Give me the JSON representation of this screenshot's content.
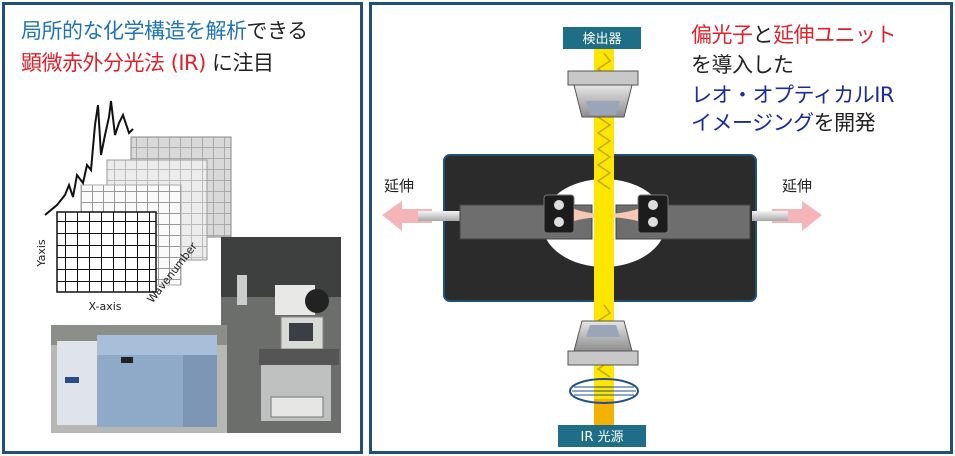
{
  "left": {
    "line1_blue": "局所的な化学構造を解析",
    "line1_black": "できる",
    "line2_red": "顕微赤外分光法 (IR)",
    "line2_black": " に注目",
    "cube_labels": {
      "y": "Yaxis",
      "x": "X-axis",
      "w": "Wavenumber"
    }
  },
  "right": {
    "l1_red1": "偏光子",
    "l1_black1": "と",
    "l1_red2": "延伸ユニット",
    "l2": "を導入した",
    "l3": "レオ・オプティカルIR",
    "l4_blue": "イメージング",
    "l4_black": "を開発",
    "detector_label": "検出器",
    "source_label": "IR 光源",
    "stretch_left": "延伸",
    "stretch_right": "延伸"
  },
  "colors": {
    "border": "#1f4f7c",
    "beam": "#ffe600",
    "arrow": "#f4b4b8",
    "label_bg": "#1f6e87"
  }
}
